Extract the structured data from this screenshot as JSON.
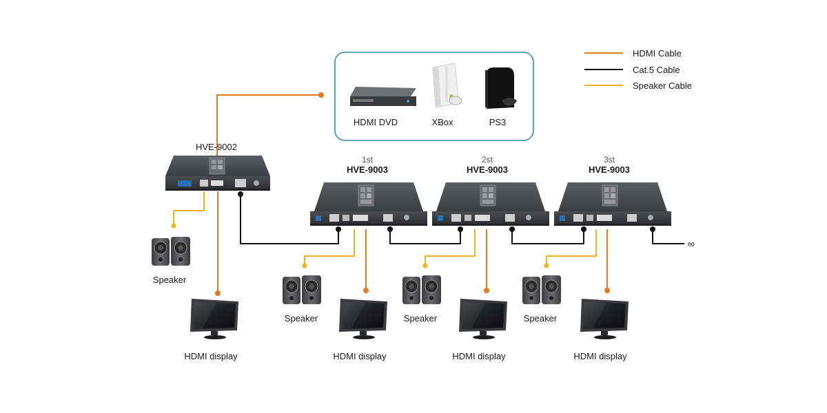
{
  "legend": {
    "hdmi": {
      "label": "HDMI Cable",
      "color": "#e07b22"
    },
    "cat5": {
      "label": "Cat.5 Cable",
      "color": "#111111"
    },
    "speaker": {
      "label": "Speaker Cable",
      "color": "#f2b21b"
    }
  },
  "sources": {
    "dvd": "HDMI DVD",
    "xbox": "XBox",
    "ps3": "PS3"
  },
  "transmitter": {
    "label": "HVE-9002"
  },
  "receivers": [
    {
      "ordinal": "1st",
      "label": "HVE-9003"
    },
    {
      "ordinal": "2st",
      "label": "HVE-9003"
    },
    {
      "ordinal": "3st",
      "label": "HVE-9003"
    }
  ],
  "speaker_label": "Speaker",
  "display_label": "HDMI display",
  "infinity": "∞"
}
